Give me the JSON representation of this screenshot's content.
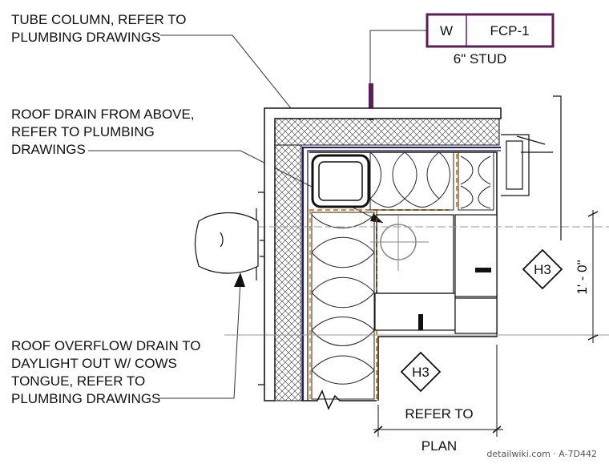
{
  "notes": {
    "tube_column": [
      "TUBE COLUMN, REFER TO",
      "PLUMBING DRAWINGS"
    ],
    "roof_drain": [
      "ROOF DRAIN FROM ABOVE,",
      "REFER TO PLUMBING",
      "DRAWINGS"
    ],
    "overflow_drain": [
      "ROOF OVERFLOW DRAIN TO",
      "DAYLIGHT OUT W/ COWS",
      "TONGUE, REFER TO",
      "PLUMBING DRAWINGS"
    ]
  },
  "wall_tag": {
    "type": "W",
    "code": "FCP-1",
    "caption": "6\" STUD"
  },
  "section_tags": [
    {
      "label": "H3"
    },
    {
      "label": "H3"
    }
  ],
  "dimension": "1' - 0\"",
  "refer_note": [
    "REFER TO",
    "PLAN"
  ],
  "watermark": "detailwiki.com · A-7D442",
  "colors": {
    "wall_tag": "#5a1e5a",
    "waterproofing": "#1a1a8c",
    "sheathing": "#e08a1e"
  }
}
